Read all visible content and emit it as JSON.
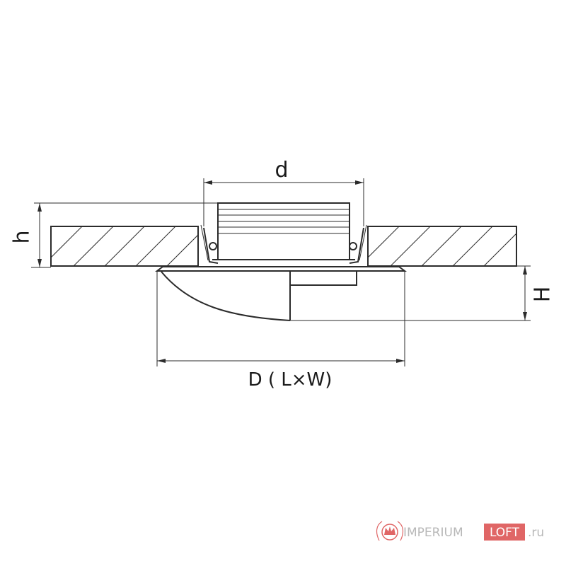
{
  "dimensions": {
    "cutout_diameter": "d",
    "ceiling_thickness": "h",
    "fixture_height": "H",
    "fixture_size": "D ( L×W)"
  },
  "watermark": {
    "brand_main": "IMPERIUM",
    "brand_box": "LOFT",
    "domain": ".ru"
  },
  "colors": {
    "line": "#2b2b2b",
    "watermark_gray": "#b8b8b8",
    "watermark_red": "#e06666"
  }
}
